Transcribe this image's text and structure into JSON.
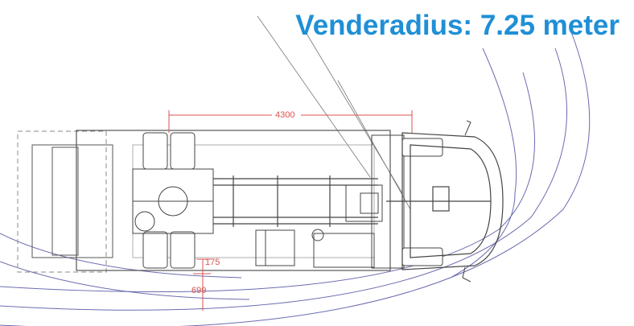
{
  "title": "Venderadius: 7.25 meter",
  "dimensions": {
    "wheelbase": "4300",
    "offset_small": "175",
    "offset_large": "699"
  },
  "colors": {
    "title": "#1f8fd6",
    "dimension": "#d9534f",
    "line": "#555555",
    "arc": "#6b6bb0"
  }
}
